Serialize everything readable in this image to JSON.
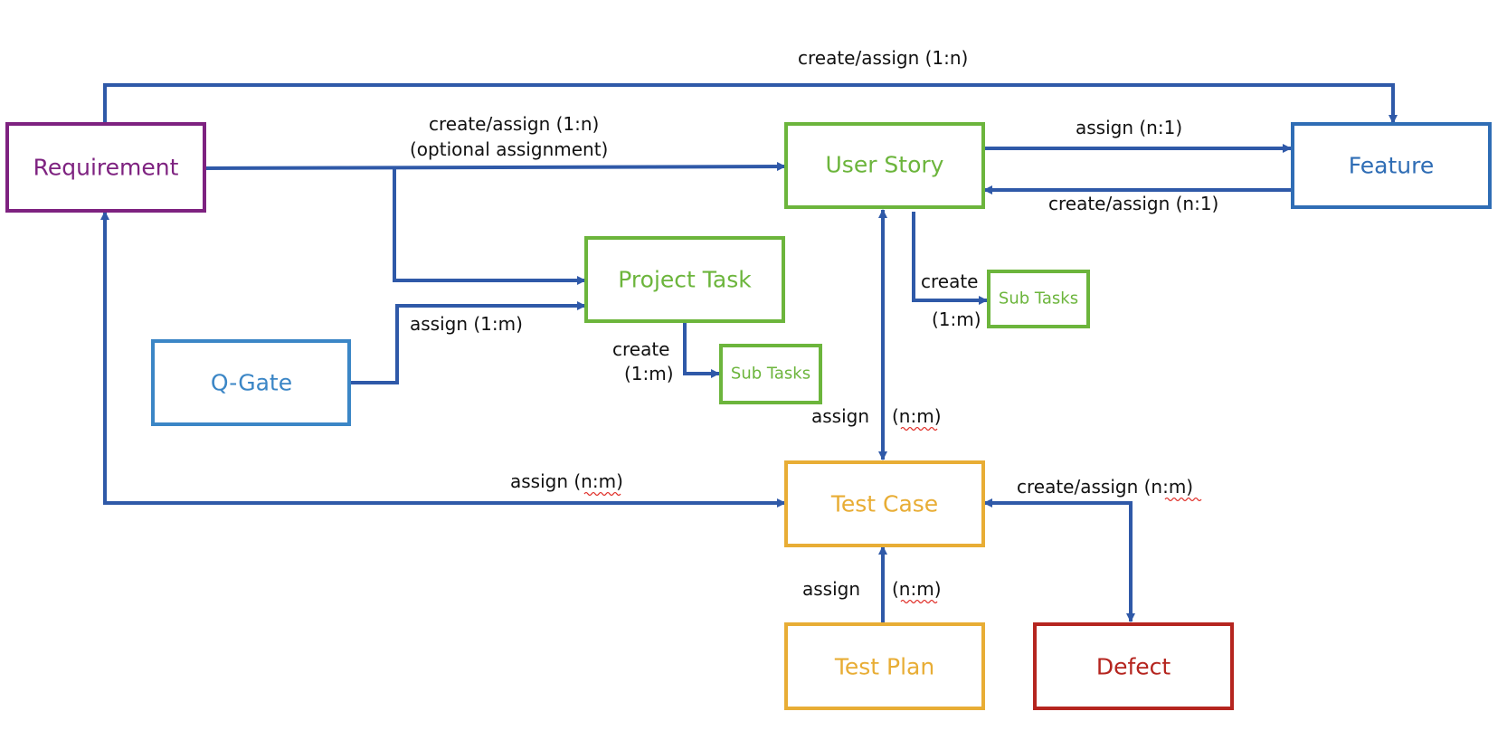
{
  "colors": {
    "edge": "#2f59a8",
    "requirement": "#7e2280",
    "user_story": "#6cb53c",
    "feature": "#2f6db5",
    "project_task": "#6cb53c",
    "sub_tasks": "#6cb53c",
    "q_gate": "#3b86c6",
    "test_case": "#e8ad35",
    "test_plan": "#e8ad35",
    "defect": "#b5251f",
    "spellcheck_underline": "#e0302a"
  },
  "nodes": {
    "requirement": "Requirement",
    "user_story": "User Story",
    "feature": "Feature",
    "project_task": "Project Task",
    "sub_tasks_user_story": "Sub Tasks",
    "sub_tasks_project_task": "Sub Tasks",
    "q_gate": "Q-Gate",
    "test_case": "Test Case",
    "test_plan": "Test Plan",
    "defect": "Defect"
  },
  "edges": {
    "requirement_to_feature": "create/assign (1:n)",
    "requirement_to_user_story_line1": "create/assign (1:n)",
    "requirement_to_user_story_line2": "(optional assignment)",
    "user_story_to_feature": "assign (n:1)",
    "feature_to_user_story": "create/assign (n:1)",
    "user_story_to_sub_tasks_create": "create",
    "user_story_to_sub_tasks_card": "(1:m)",
    "qgate_to_project_task": "assign (1:m)",
    "project_task_to_sub_tasks_create": "create",
    "project_task_to_sub_tasks_card": "(1:m)",
    "user_story_test_case_verb": "assign",
    "user_story_test_case_card": "(n:m)",
    "requirement_test_case": "assign (n:m)",
    "test_case_defect": "create/assign (n:m)",
    "test_plan_test_case_verb": "assign",
    "test_plan_test_case_card": "(n:m)"
  }
}
